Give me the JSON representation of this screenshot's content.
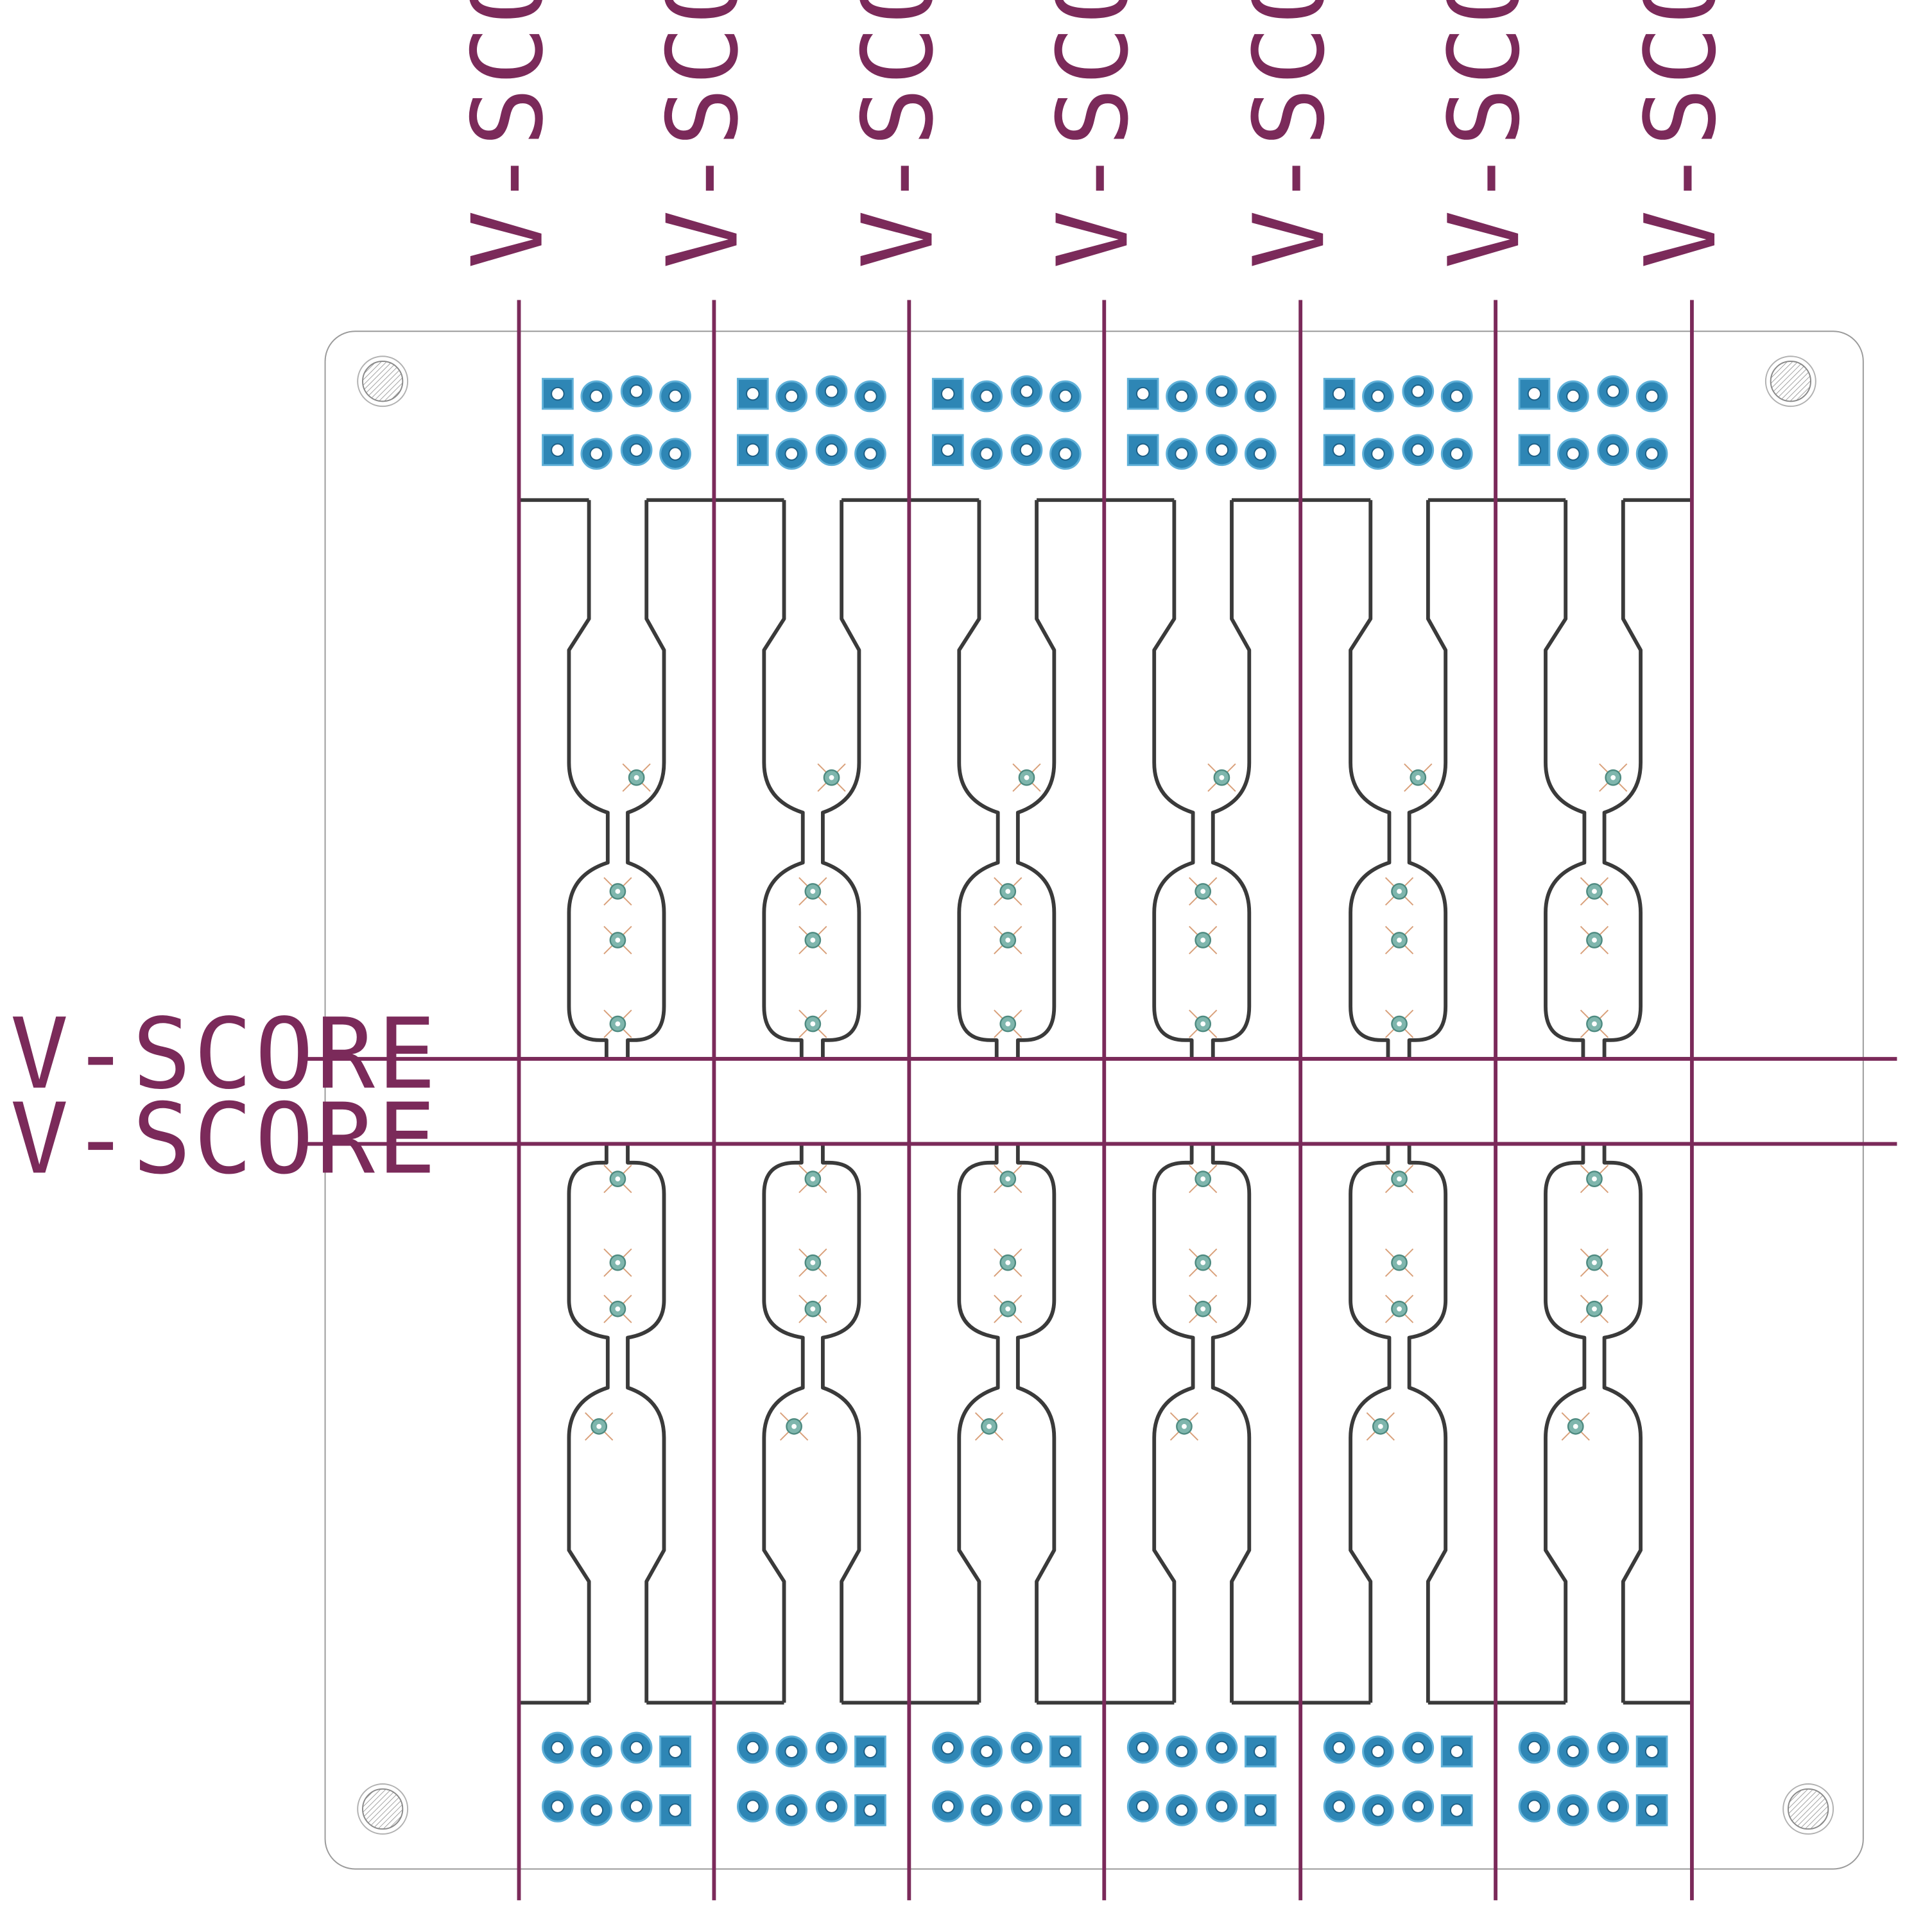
{
  "colors": {
    "vscore": "#7b2a5a",
    "outline": "#3a3a3a",
    "board_edge": "#9a9a9a",
    "pad_fill": "#2e86b5",
    "pad_ring": "#5fb0d8",
    "via_fill": "#7fb6ad",
    "via_cross": "#d9a07a",
    "hole_hatch": "#8a8a8a"
  },
  "vscore": {
    "label": "V-SCORE",
    "vertical_count": 7,
    "horizontal_count": 2
  },
  "panel": {
    "columns": 6,
    "rows": 2,
    "pins_per_row": 4,
    "mounting_hole_icon": "hatched-circle-icon",
    "pad_icon": "pcb-pad-icon",
    "via_icon": "pcb-via-icon"
  }
}
